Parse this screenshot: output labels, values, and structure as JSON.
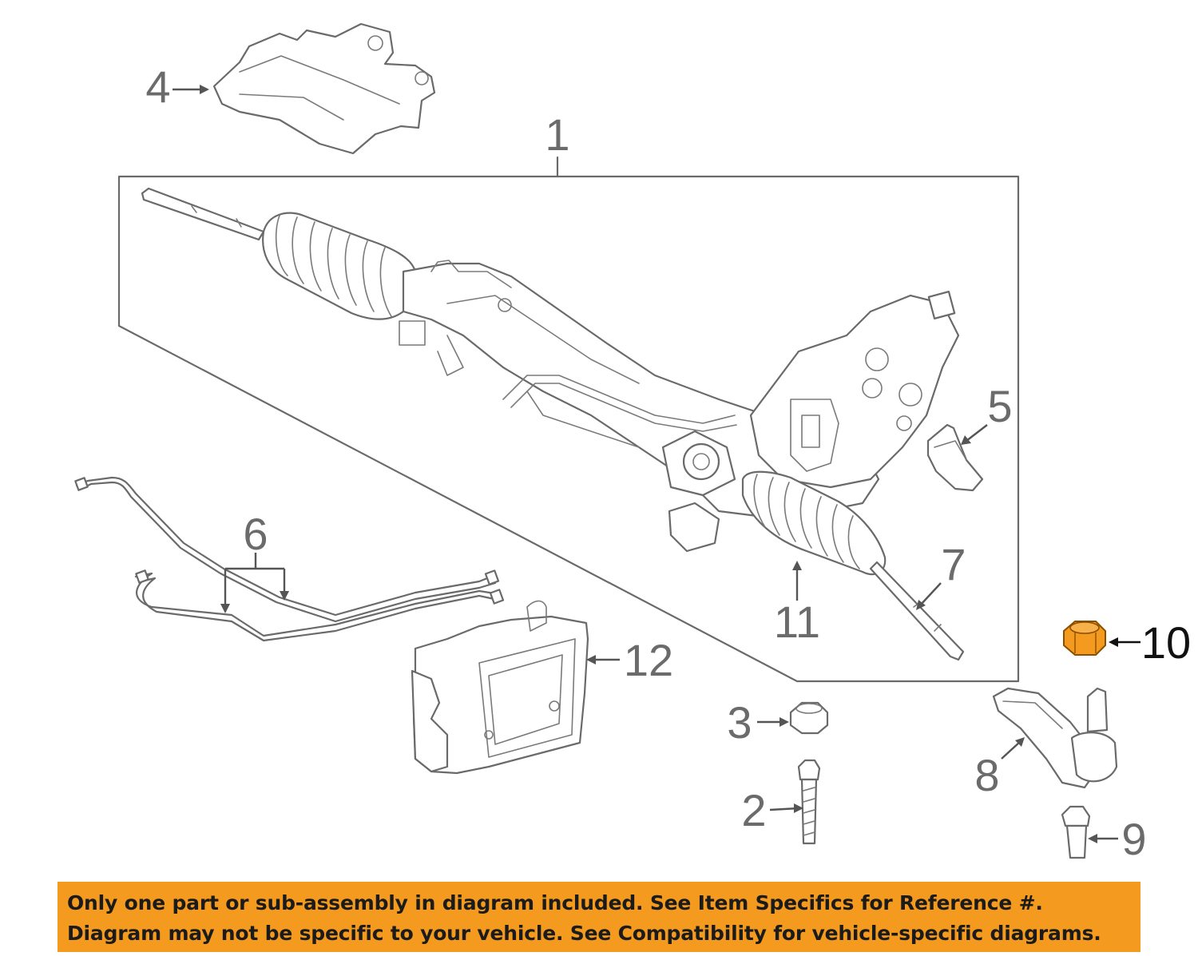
{
  "callouts": {
    "c1": "1",
    "c2": "2",
    "c3": "3",
    "c4": "4",
    "c5": "5",
    "c6": "6",
    "c7": "7",
    "c8": "8",
    "c9": "9",
    "c10": "10",
    "c11": "11",
    "c12": "12"
  },
  "highlight_color": "#f39a1f",
  "banner_color": "#f39a1f",
  "notice": {
    "line1": "Only one part or sub-assembly in diagram included. See Item Specifics for Reference #.",
    "line2": "Diagram may not be specific to your vehicle. See Compatibility for vehicle-specific diagrams."
  }
}
